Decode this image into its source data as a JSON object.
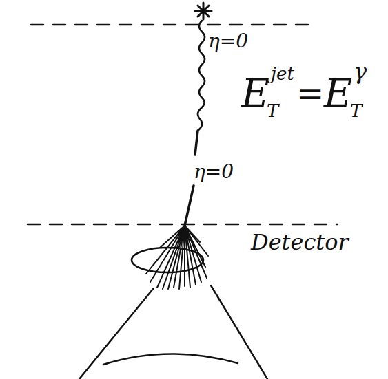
{
  "diagram": {
    "labels": [
      "η=0",
      "E",
      "jet",
      "T",
      "=",
      "E",
      "γ",
      "T",
      "η=0",
      "Detector"
    ]
  }
}
